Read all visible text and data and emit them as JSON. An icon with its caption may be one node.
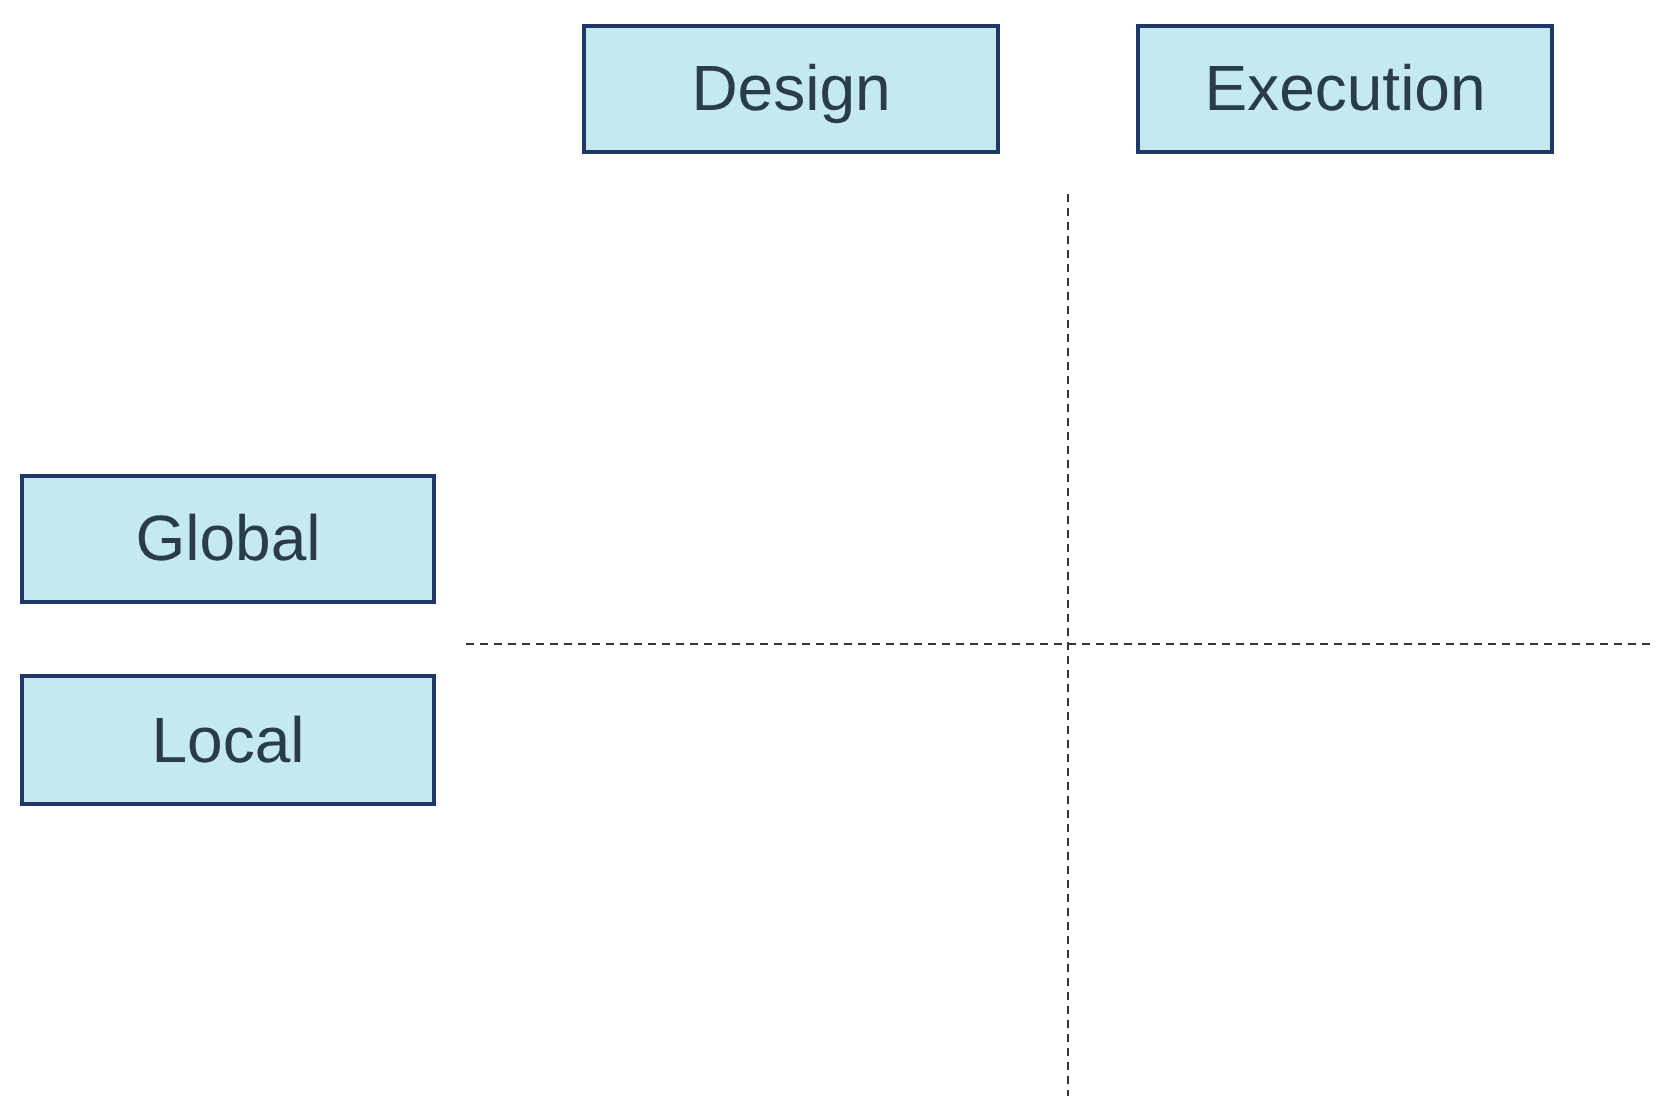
{
  "diagram": {
    "nodes": [
      {
        "text": [
          "Design"
        ]
      },
      {
        "text": [
          "Execution"
        ]
      },
      {
        "text": [
          "Global"
        ]
      },
      {
        "text": [
          "Local"
        ]
      }
    ]
  }
}
